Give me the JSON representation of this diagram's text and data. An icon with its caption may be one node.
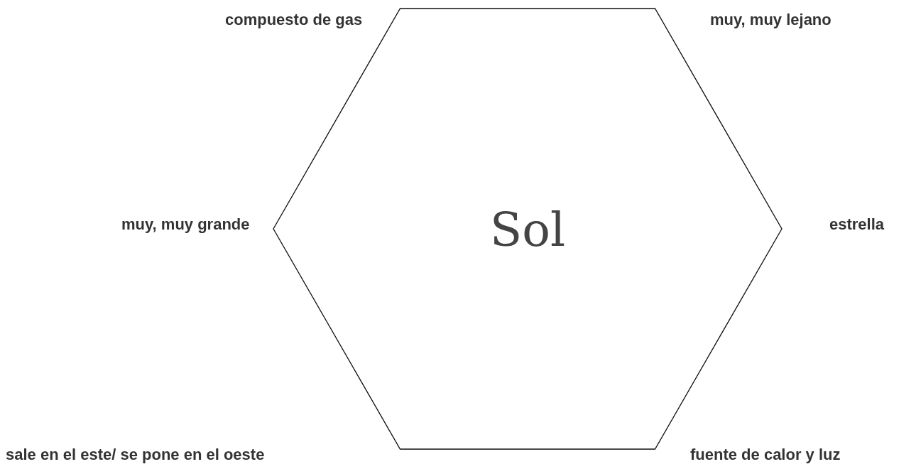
{
  "diagram": {
    "nodes": [
      {
        "text": [
          "Sol"
        ]
      }
    ],
    "labels": [
      "compuesto de gas",
      "muy, muy lejano",
      "muy, muy grande",
      "estrella",
      "sale en el este/ se pone en el oeste",
      "fuente de calor y luz"
    ]
  }
}
